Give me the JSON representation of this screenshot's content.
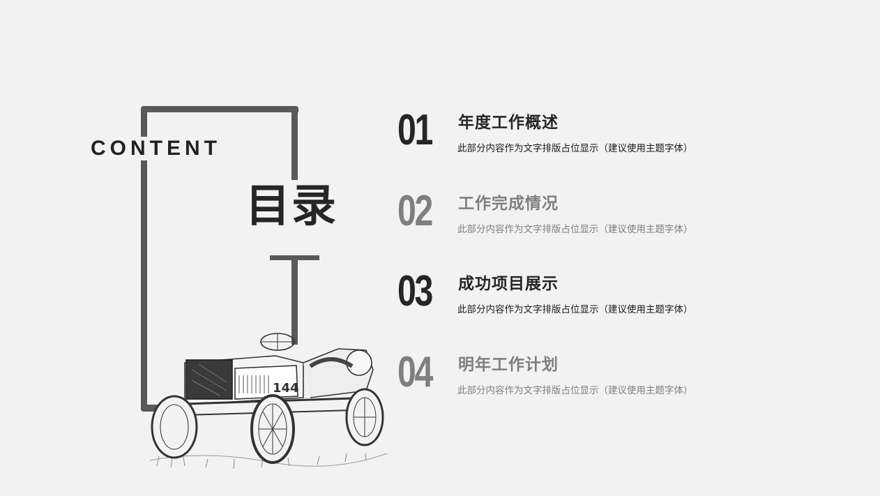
{
  "slide": {
    "background": "#f2f2f2",
    "frame_color": "#595959",
    "content_label": "CONTENT",
    "title": "目录",
    "illustration": "vintage-car-sketch"
  },
  "toc": {
    "items": [
      {
        "number": "01",
        "title": "年度工作概述",
        "description": "此部分内容作为文字排版占位显示（建议使用主题字体）",
        "color": "#262626"
      },
      {
        "number": "02",
        "title": "工作完成情况",
        "description": "此部分内容作为文字排版占位显示（建议使用主题字体）",
        "color": "#7f7f7f"
      },
      {
        "number": "03",
        "title": "成功项目展示",
        "description": "此部分内容作为文字排版占位显示（建议使用主题字体）",
        "color": "#262626"
      },
      {
        "number": "04",
        "title": "明年工作计划",
        "description": "此部分内容作为文字排版占位显示（建议使用主题字体）",
        "color": "#7f7f7f"
      }
    ]
  }
}
